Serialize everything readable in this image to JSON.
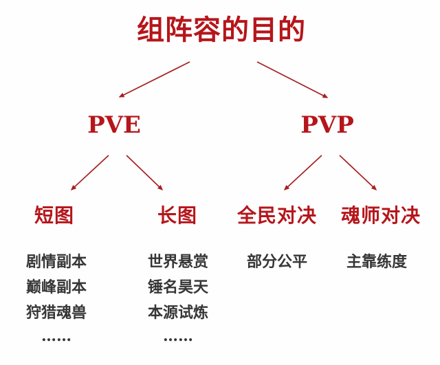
{
  "title": "组阵容的目的",
  "colors": {
    "accent_red": "#b5161b",
    "arrow_red": "#a6201f",
    "body_text": "#363636",
    "background": "#fefefe"
  },
  "tree": {
    "branches": [
      {
        "label": "PVE",
        "children": [
          {
            "label": "短图",
            "items": [
              "剧情副本",
              "巅峰副本",
              "狩猎魂兽",
              "……"
            ]
          },
          {
            "label": "长图",
            "items": [
              "世界悬赏",
              "锤名昊天",
              "本源试炼",
              "……"
            ]
          }
        ]
      },
      {
        "label": "PVP",
        "children": [
          {
            "label": "全民对决",
            "items": [
              "部分公平"
            ]
          },
          {
            "label": "魂师对决",
            "items": [
              "主靠练度"
            ]
          }
        ]
      }
    ]
  }
}
